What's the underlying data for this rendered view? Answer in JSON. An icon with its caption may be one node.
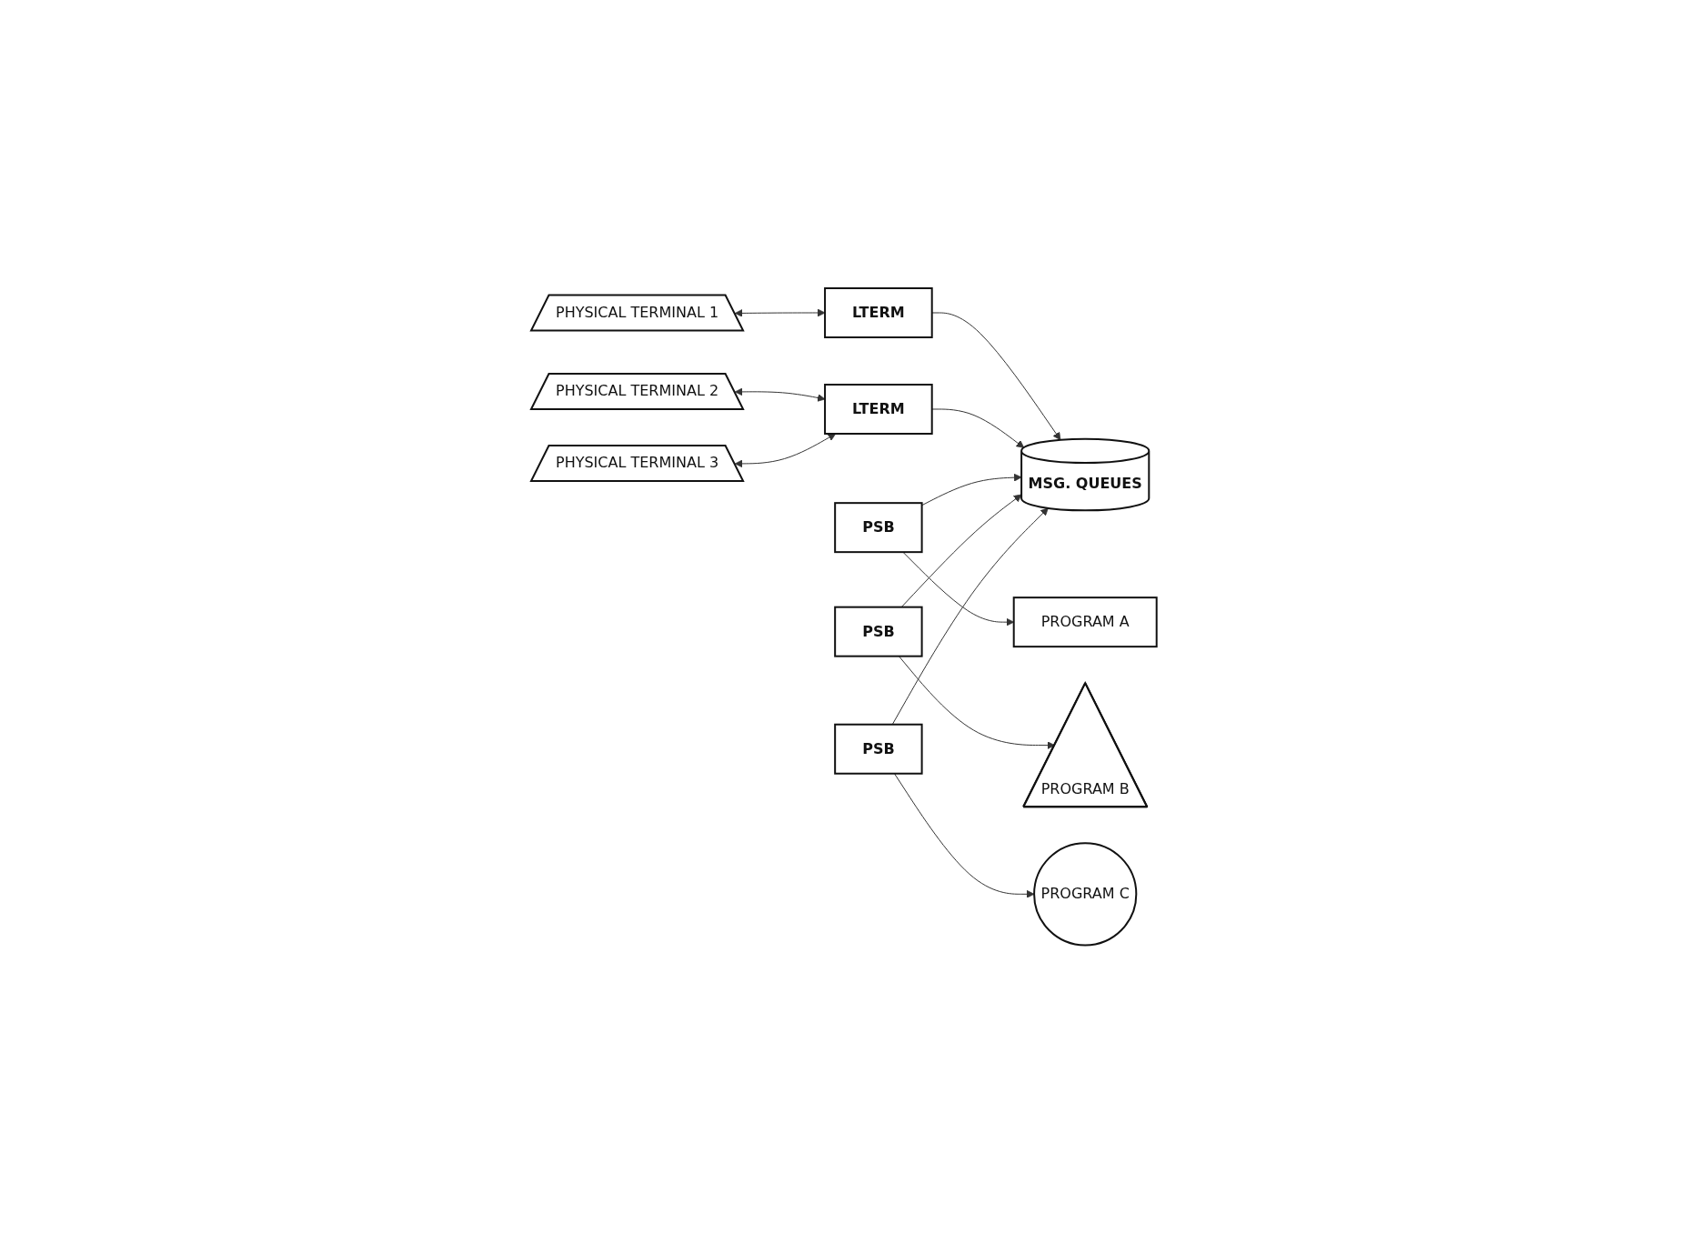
{
  "diagram": {
    "nodes": [
      {
        "text": [
          "PHYSICAL TERMINAL 1"
        ]
      },
      {
        "text": [
          "LTERM"
        ]
      },
      {
        "text": [
          "PHYSICAL TERMINAL 2"
        ]
      },
      {
        "text": [
          "PHYSICAL TERMINAL 3"
        ]
      },
      {
        "text": [
          "LTERM"
        ]
      },
      {
        "text": [
          "MSG. QUEUES"
        ]
      },
      {
        "text": [
          "PSB"
        ]
      },
      {
        "text": [
          "PROGRAM A"
        ]
      },
      {
        "text": [
          "PSB"
        ]
      },
      {
        "text": [
          "PROGRAM B"
        ]
      },
      {
        "text": [
          "PSB"
        ]
      },
      {
        "text": [
          "PROGRAM C"
        ]
      }
    ],
    "edges": [
      {
        "from": 0,
        "to": 1,
        "arrow": "both"
      },
      {
        "from": 1,
        "to": 5,
        "arrow": "to"
      },
      {
        "from": 2,
        "to": 4,
        "arrow": "both"
      },
      {
        "from": 3,
        "to": 4,
        "arrow": "both"
      },
      {
        "from": 4,
        "to": 5,
        "arrow": "to"
      },
      {
        "from": 6,
        "to": 5,
        "arrow": "to"
      },
      {
        "from": 6,
        "to": 7,
        "arrow": "to"
      },
      {
        "from": 8,
        "to": 5,
        "arrow": "to"
      },
      {
        "from": 8,
        "to": 9,
        "arrow": "to"
      },
      {
        "from": 10,
        "to": 5,
        "arrow": "to"
      },
      {
        "from": 10,
        "to": 11,
        "arrow": "to"
      }
    ]
  }
}
